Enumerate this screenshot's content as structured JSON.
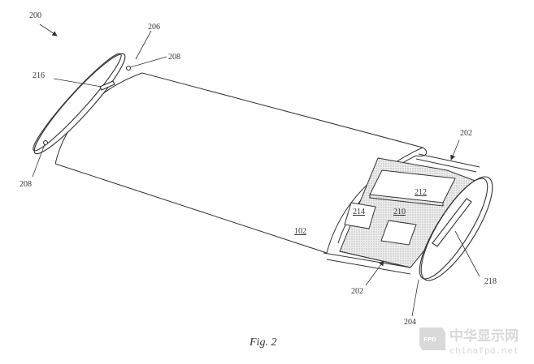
{
  "figure": {
    "caption": "Fig. 2",
    "labels": {
      "device": "200",
      "body": "102",
      "cap_top": "206",
      "cap_bottom": "204",
      "rail_upper": "202",
      "rail_lower": "202",
      "port_top": "208",
      "port_bottom": "208",
      "slot_small": "216",
      "slot_large": "218",
      "component_a": "212",
      "component_b": "214",
      "component_c": "210"
    }
  },
  "watermark": {
    "badge": "FPD",
    "name_cn": "中华显示网",
    "domain": "chinafpd.net"
  },
  "colors": {
    "line": "#333333",
    "stipple": "#bdbdbd",
    "watermark": "#d9d9d9"
  }
}
